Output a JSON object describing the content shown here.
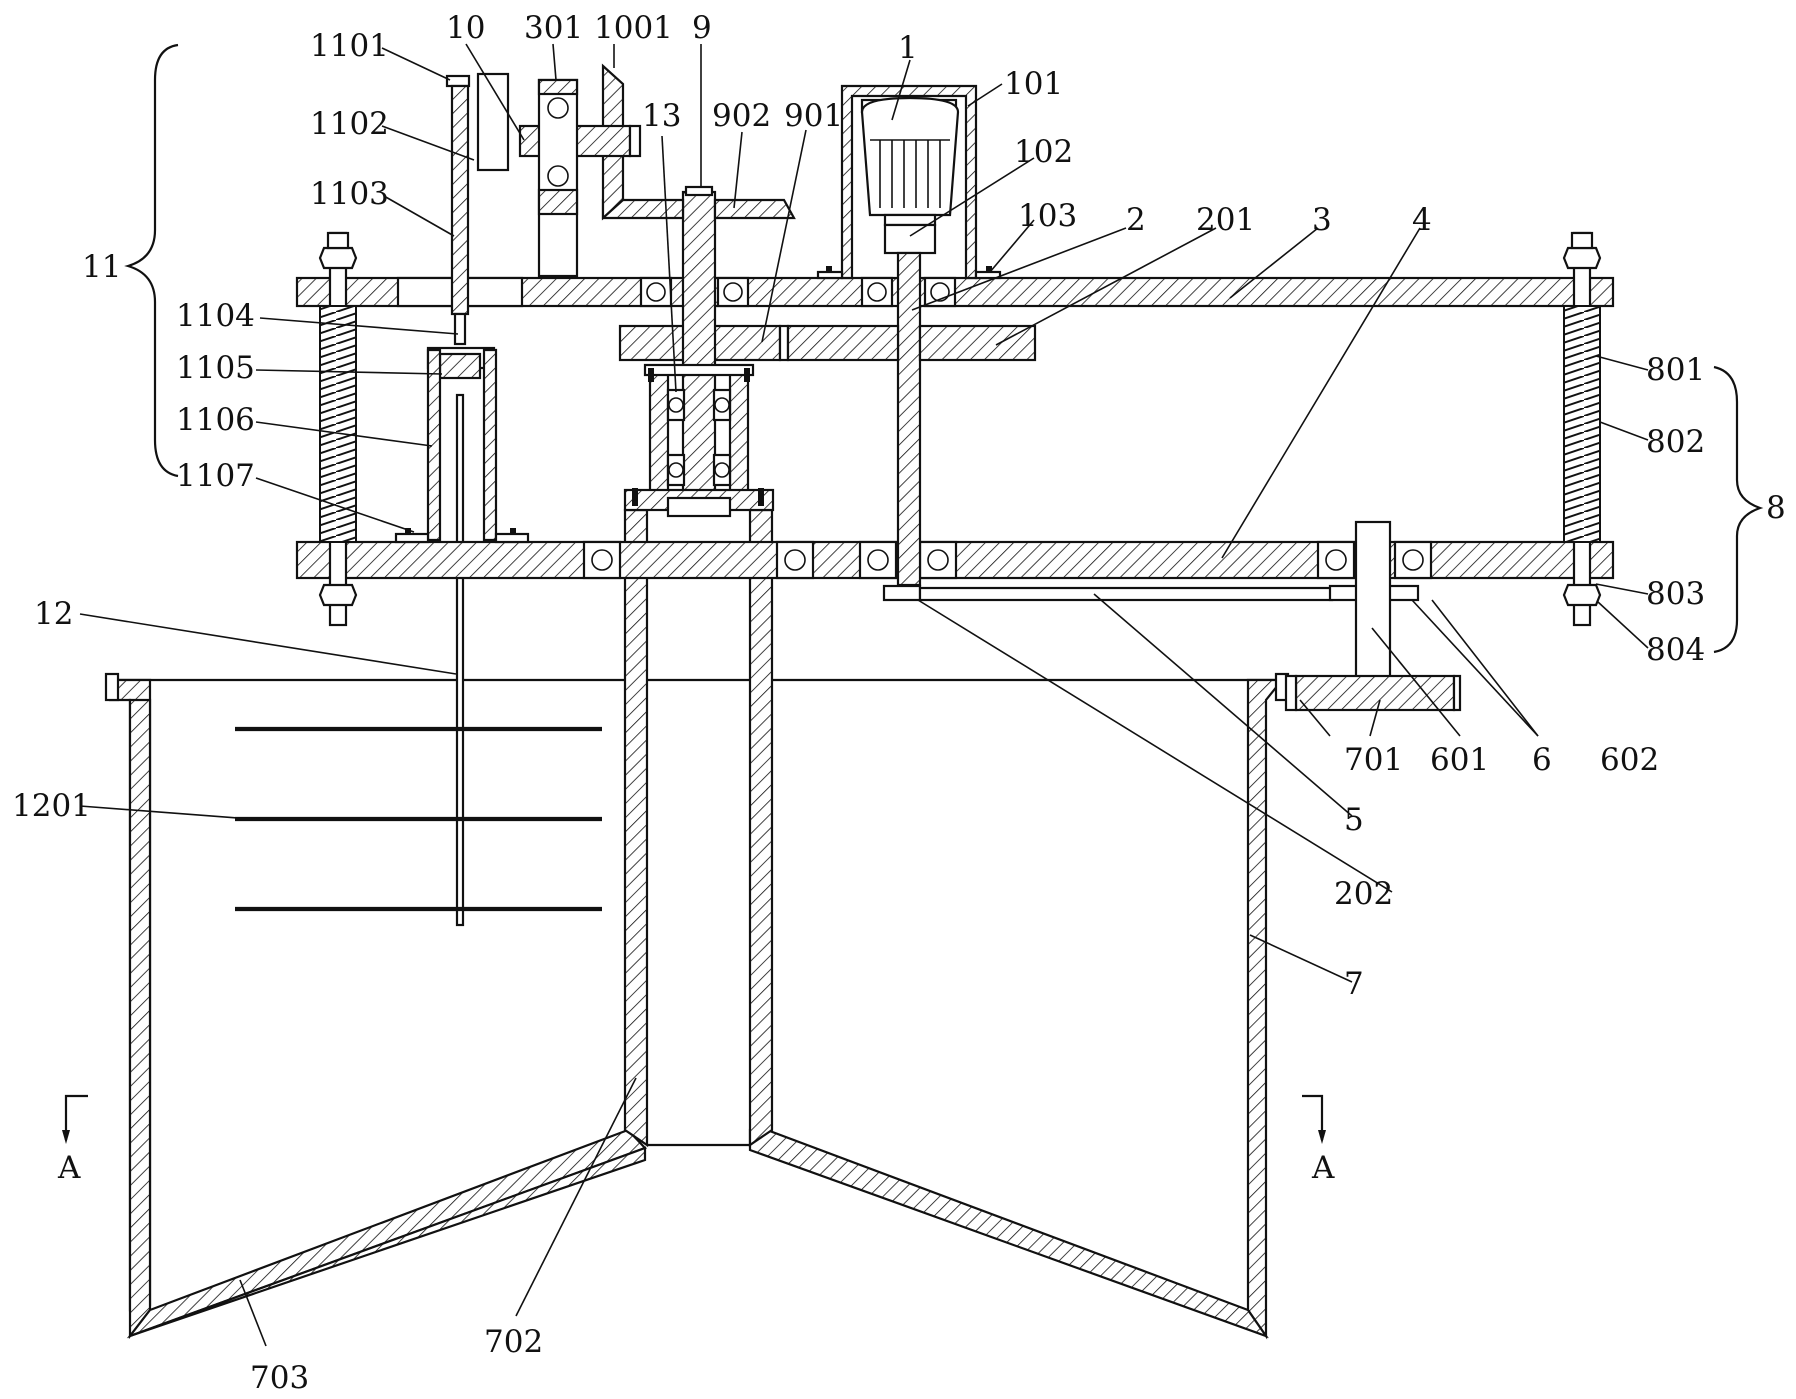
{
  "labels": {
    "l1": "1",
    "l101": "101",
    "l102": "102",
    "l103": "103",
    "l2": "2",
    "l201": "201",
    "l202": "202",
    "l3": "3",
    "l4": "4",
    "l5": "5",
    "l6": "6",
    "l601": "601",
    "l602": "602",
    "l7": "7",
    "l701": "701",
    "l702": "702",
    "l703": "703",
    "l8": "8",
    "l801": "801",
    "l802": "802",
    "l803": "803",
    "l804": "804",
    "l9": "9",
    "l901": "901",
    "l902": "902",
    "l10": "10",
    "l1001": "1001",
    "l301": "301",
    "l11": "11",
    "l1101": "1101",
    "l1102": "1102",
    "l1103": "1103",
    "l1104": "1104",
    "l1105": "1105",
    "l1106": "1106",
    "l1107": "1107",
    "l12": "12",
    "l1201": "1201",
    "l13": "13"
  },
  "section_marks": {
    "left": "A",
    "right": "A"
  }
}
